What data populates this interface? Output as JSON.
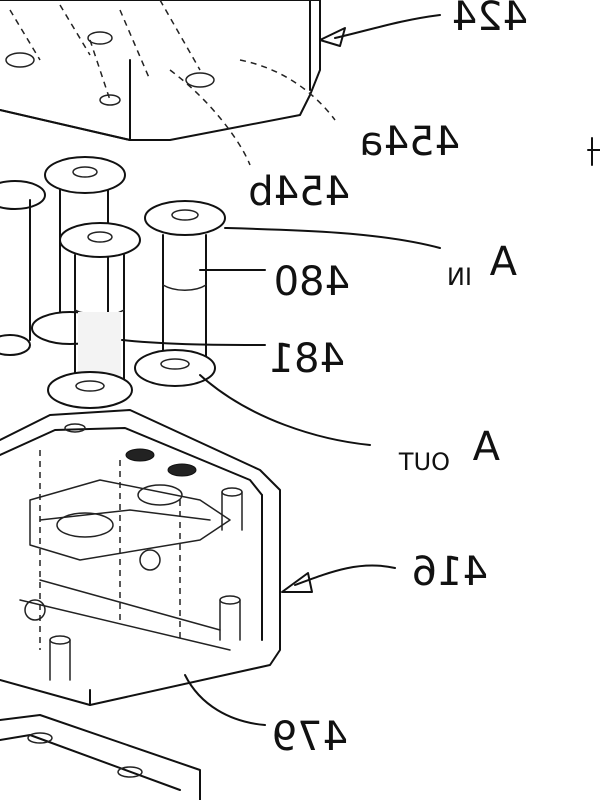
{
  "labels": {
    "ref_424": "424",
    "ref_454a": "454a",
    "ref_454b": "454b",
    "ref_480": "480",
    "ref_481": "481",
    "ref_416": "416",
    "ref_479": "479",
    "a_in_main": "A",
    "a_in_sub": "IN",
    "a_out_main": "A",
    "a_out_sub": "OUT"
  },
  "colors": {
    "ink": "#111111",
    "paper": "#ffffff"
  }
}
